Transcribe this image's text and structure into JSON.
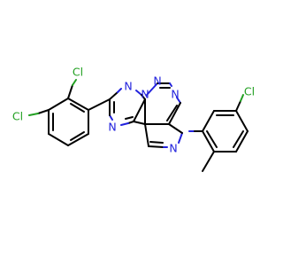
{
  "molecule": {
    "atom_labels": [
      {
        "id": "cl_ortho",
        "text": "Cl"
      },
      {
        "id": "cl_para",
        "text": "Cl"
      },
      {
        "id": "n_tri_a",
        "text": "N"
      },
      {
        "id": "n_tri_b",
        "text": "N"
      },
      {
        "id": "n_tri_c",
        "text": "N"
      },
      {
        "id": "n_pyr_a",
        "text": "N"
      },
      {
        "id": "n_pyr_b",
        "text": "N"
      },
      {
        "id": "n_pyz_a",
        "text": "N"
      },
      {
        "id": "cl_aryl",
        "text": "Cl"
      }
    ]
  },
  "colors": {
    "bond": "#000000",
    "nitrogen": "#2222dd",
    "chlorine": "#22a022",
    "background": "#ffffff"
  }
}
